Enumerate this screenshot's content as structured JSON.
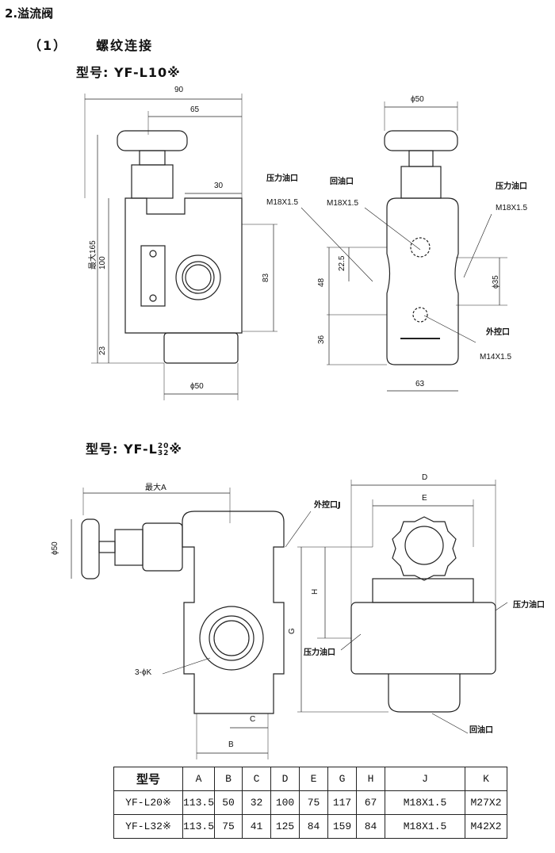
{
  "section_title": "2.溢流阀",
  "subsection": {
    "number": "（1）",
    "title": "螺纹连接"
  },
  "model1": {
    "title": "型号: YF-L10※",
    "dims": {
      "w90": "90",
      "w65": "65",
      "w30": "30",
      "max165": "最大165",
      "h100": "100",
      "h23": "23",
      "h83": "83",
      "d50_bottom": "ϕ50",
      "d50_top": "ϕ50",
      "h22_5": "22.5",
      "h48": "48",
      "h36": "36",
      "d35": "ϕ35",
      "w63": "63"
    },
    "ports": {
      "pressure_left": "压力油口",
      "pressure_left_thread": "M18X1.5",
      "return": "回油口",
      "return_thread": "M18X1.5",
      "pressure_right": "压力油口",
      "pressure_right_thread": "M18X1.5",
      "ext_control": "外控口",
      "ext_control_thread": "M14X1.5"
    }
  },
  "model2": {
    "title_prefix": "型号: YF-L",
    "sup": "20",
    "sub": "32",
    "suffix": "※",
    "dims": {
      "maxA": "最大A",
      "d50": "ϕ50",
      "k": "3-ϕK",
      "c": "C",
      "b": "B",
      "d": "D",
      "e": "E",
      "h": "H",
      "g": "G"
    },
    "ports": {
      "ext_control": "外控口J",
      "pressure_right": "压力油口",
      "pressure_left": "压力油口",
      "return": "回油口"
    }
  },
  "table": {
    "headers": [
      "型号",
      "A",
      "B",
      "C",
      "D",
      "E",
      "G",
      "H",
      "J",
      "K"
    ],
    "rows": [
      [
        "YF-L20※",
        "113.5",
        "50",
        "32",
        "100",
        "75",
        "117",
        "67",
        "M18X1.5",
        "M27X2"
      ],
      [
        "YF-L32※",
        "113.5",
        "75",
        "41",
        "125",
        "84",
        "159",
        "84",
        "M18X1.5",
        "M42X2"
      ]
    ]
  }
}
